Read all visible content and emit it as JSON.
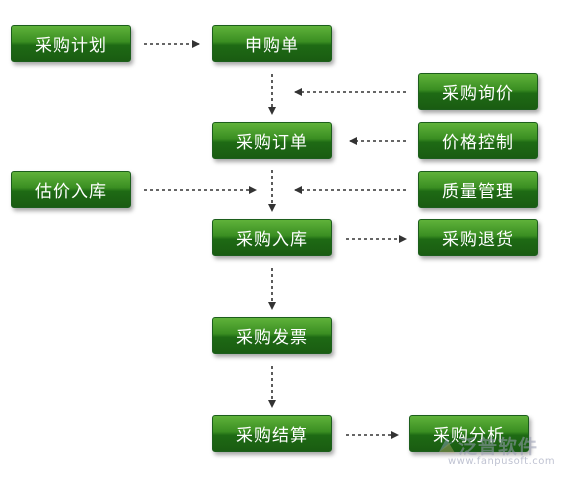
{
  "nodes": {
    "plan": "采购计划",
    "apply": "申购单",
    "inquiry": "采购询价",
    "order": "采购订单",
    "price_control": "价格控制",
    "estimate_stock_in": "估价入库",
    "quality": "质量管理",
    "stock_in": "采购入库",
    "return": "采购退货",
    "invoice": "采购发票",
    "settlement": "采购结算",
    "analysis": "采购分析"
  },
  "edges": [
    {
      "from": "plan",
      "to": "apply"
    },
    {
      "from": "apply",
      "to": "order"
    },
    {
      "from": "inquiry",
      "to": "apply-order-link"
    },
    {
      "from": "price_control",
      "to": "order"
    },
    {
      "from": "estimate_stock_in",
      "to": "order-stockin-link"
    },
    {
      "from": "quality",
      "to": "order-stockin-link"
    },
    {
      "from": "order",
      "to": "stock_in"
    },
    {
      "from": "stock_in",
      "to": "return"
    },
    {
      "from": "stock_in",
      "to": "invoice"
    },
    {
      "from": "invoice",
      "to": "settlement"
    },
    {
      "from": "settlement",
      "to": "analysis"
    }
  ],
  "colors": {
    "node_top": "#5fb23a",
    "node_bottom": "#1a5c12",
    "node_text": "#ffffff",
    "arrow": "#333333"
  },
  "watermark": {
    "brand": "泛普软件",
    "url": "www.fanpusoft.com"
  }
}
